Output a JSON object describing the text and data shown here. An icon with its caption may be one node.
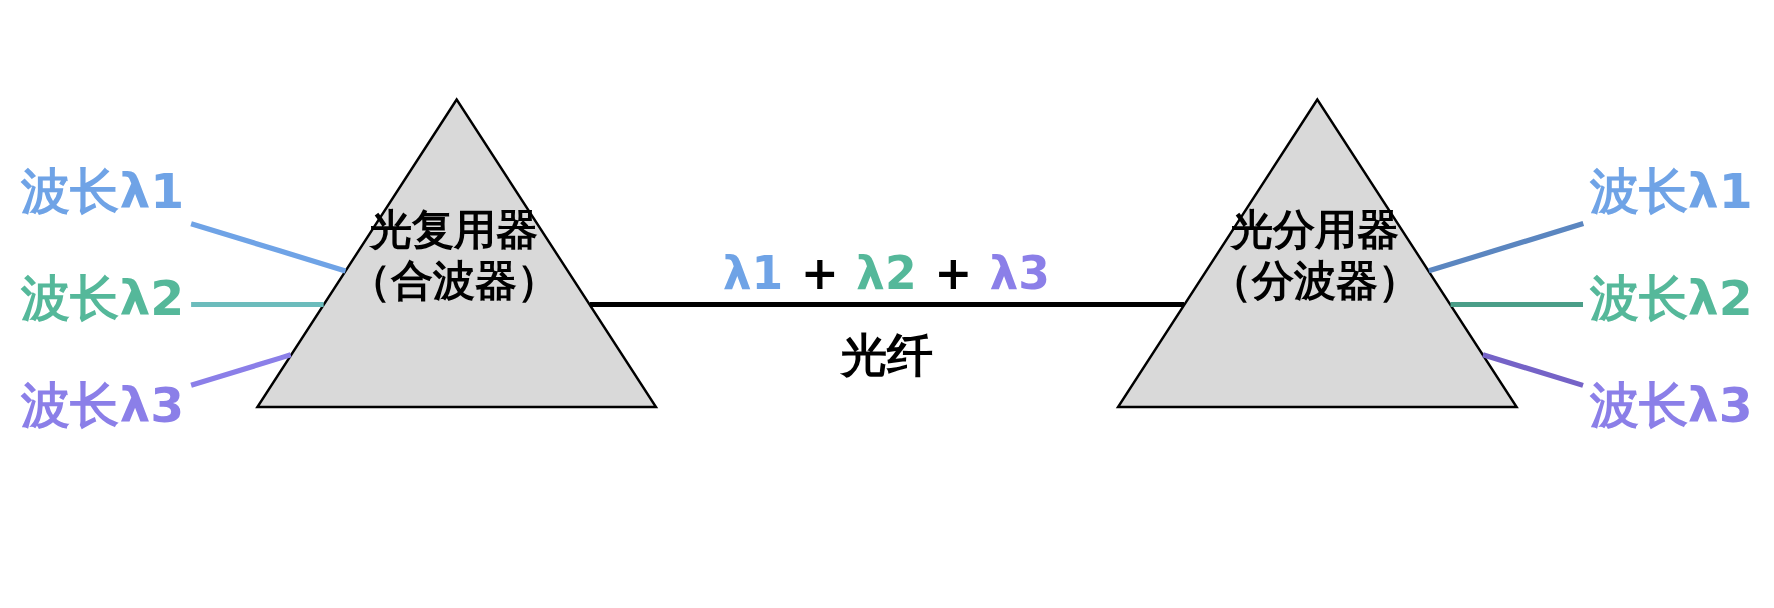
{
  "diagram": {
    "nodes": [
      {
        "text": [
          "波长λ1"
        ]
      },
      {
        "text": [
          "波长λ2"
        ]
      },
      {
        "text": [
          "波长λ3"
        ]
      },
      {
        "text": [
          "光复用器",
          "（合波器）"
        ]
      },
      {
        "text": [
          "光分用器",
          "（分波器）"
        ]
      },
      {
        "text": [
          "波长λ1"
        ]
      },
      {
        "text": [
          "波长λ2"
        ]
      },
      {
        "text": [
          "波长λ3"
        ]
      }
    ],
    "edges": [
      {
        "from": 0,
        "to": 3,
        "arrow": "none",
        "color": "#6fa3e6"
      },
      {
        "from": 1,
        "to": 3,
        "arrow": "none",
        "color": "#6cbcbc"
      },
      {
        "from": 2,
        "to": 3,
        "arrow": "none",
        "color": "#8b7fe8"
      },
      {
        "from": 3,
        "to": 4,
        "arrow": "none",
        "label": "λ1 + λ2 + λ3",
        "color": "#000000"
      },
      {
        "from": 4,
        "to": 5,
        "arrow": "none",
        "color": "#5b86c0"
      },
      {
        "from": 4,
        "to": 6,
        "arrow": "none",
        "color": "#4a9e88"
      },
      {
        "from": 4,
        "to": 7,
        "arrow": "none",
        "color": "#7563c7"
      }
    ],
    "labels": [
      "光纤"
    ]
  }
}
